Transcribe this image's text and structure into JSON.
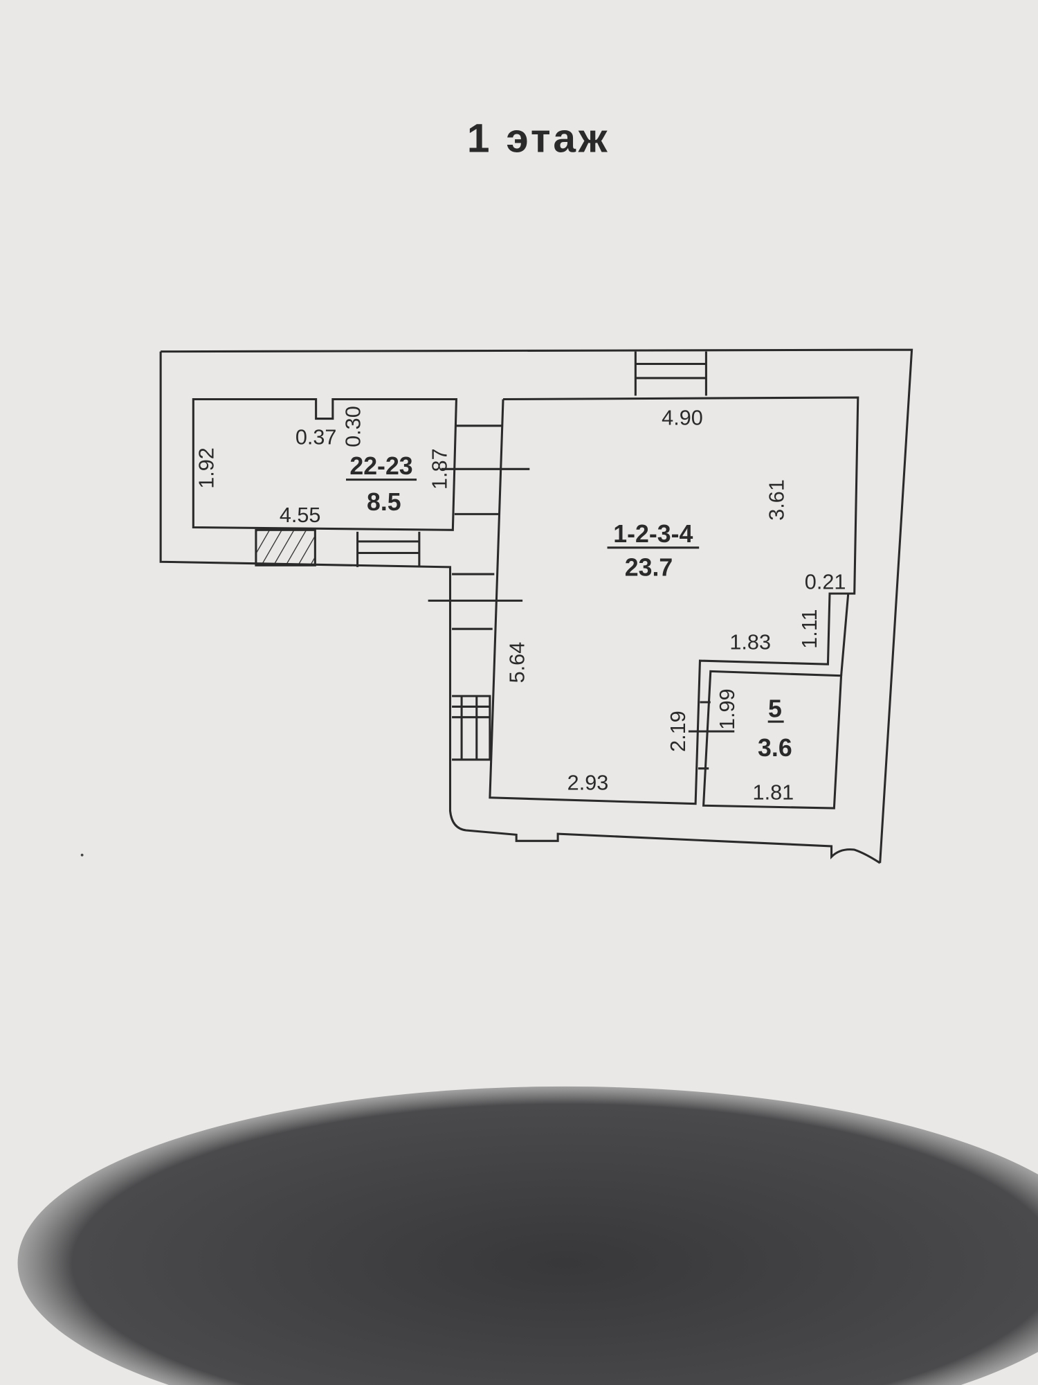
{
  "title": "1 этаж",
  "rooms": [
    {
      "id": "22-23",
      "area": "8.5"
    },
    {
      "id": "1-2-3-4",
      "area": "23.7"
    },
    {
      "id": "5",
      "area": "3.6"
    }
  ],
  "dimensions": {
    "room_22_23": {
      "left": "1.92",
      "notch_width": "0.37",
      "notch_depth": "0.30",
      "right": "1.87",
      "bottom": "4.55"
    },
    "room_1_2_3_4": {
      "top": "4.90",
      "right": "3.61",
      "left": "5.64",
      "bottom": "2.93",
      "step_width": "0.21",
      "step_height": "1.11",
      "partition": "1.83",
      "inner_left": "2.19"
    },
    "room_5": {
      "left": "1.99",
      "bottom": "1.81"
    }
  },
  "colors": {
    "paper": "#e9e8e6",
    "ink": "#2a2a2a",
    "shadow": "#3c3c3e"
  }
}
